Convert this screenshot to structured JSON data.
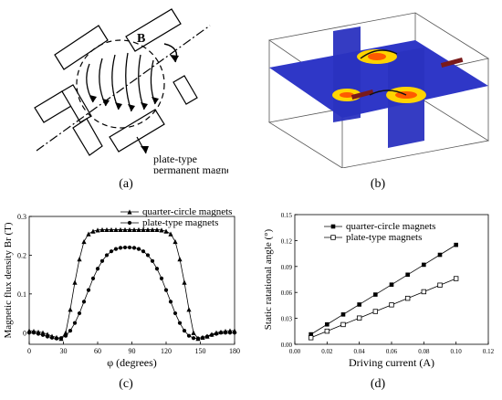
{
  "panel_a": {
    "field_label": "B",
    "magnet_label_line1": "plate-type",
    "magnet_label_line2": "permanent magnets",
    "caption": "(a)"
  },
  "panel_b": {
    "caption": "(b)",
    "colors": {
      "field": "#2f37c7",
      "hot": "#ff5a00",
      "warm": "#ffd400"
    }
  },
  "captions": {
    "c": "(c)",
    "d": "(d)"
  },
  "chart_data": [
    {
      "type": "line",
      "ylabel": "Magnetic flux density Br (T)",
      "xlabel": "φ (degrees)",
      "xlim": [
        0,
        180
      ],
      "ylim": [
        -0.03,
        0.3
      ],
      "xticks": [
        0,
        30,
        60,
        90,
        120,
        150,
        180
      ],
      "yticks": [
        0.0,
        0.1,
        0.2,
        0.3
      ],
      "legend": "top-right",
      "series": [
        {
          "name": "quarter-circle magnets",
          "marker": "triangle",
          "x": [
            0,
            4,
            8,
            12,
            16,
            20,
            24,
            28,
            32,
            36,
            40,
            44,
            48,
            52,
            56,
            60,
            64,
            68,
            72,
            76,
            80,
            84,
            88,
            92,
            96,
            100,
            104,
            108,
            112,
            116,
            120,
            124,
            128,
            132,
            136,
            140,
            144,
            148,
            152,
            156,
            160,
            164,
            168,
            172,
            176,
            180
          ],
          "y": [
            0.005,
            0.004,
            0.002,
            0.0,
            -0.004,
            -0.009,
            -0.012,
            -0.015,
            0.0,
            0.06,
            0.13,
            0.19,
            0.235,
            0.255,
            0.262,
            0.265,
            0.266,
            0.266,
            0.266,
            0.266,
            0.266,
            0.266,
            0.266,
            0.266,
            0.266,
            0.266,
            0.266,
            0.266,
            0.266,
            0.265,
            0.262,
            0.255,
            0.235,
            0.19,
            0.13,
            0.06,
            0.0,
            -0.015,
            -0.012,
            -0.009,
            -0.004,
            0.0,
            0.002,
            0.004,
            0.005,
            0.005
          ]
        },
        {
          "name": "plate-type magnets",
          "marker": "circle",
          "x": [
            0,
            4,
            8,
            12,
            16,
            20,
            24,
            28,
            32,
            36,
            40,
            44,
            48,
            52,
            56,
            60,
            64,
            68,
            72,
            76,
            80,
            84,
            88,
            92,
            96,
            100,
            104,
            108,
            112,
            116,
            120,
            124,
            128,
            132,
            136,
            140,
            144,
            148,
            152,
            156,
            160,
            164,
            168,
            172,
            176,
            180
          ],
          "y": [
            0.0,
            0.0,
            -0.003,
            -0.006,
            -0.01,
            -0.013,
            -0.015,
            -0.014,
            -0.008,
            0.005,
            0.025,
            0.05,
            0.08,
            0.11,
            0.14,
            0.165,
            0.185,
            0.2,
            0.21,
            0.216,
            0.219,
            0.22,
            0.22,
            0.219,
            0.216,
            0.21,
            0.2,
            0.185,
            0.165,
            0.14,
            0.11,
            0.08,
            0.05,
            0.025,
            0.005,
            -0.008,
            -0.014,
            -0.015,
            -0.013,
            -0.01,
            -0.006,
            -0.003,
            0.0,
            0.0,
            0.0,
            0.0
          ]
        }
      ]
    },
    {
      "type": "line",
      "ylabel": "Static ratational angle (°)",
      "xlabel": "Driving current (A)",
      "xlim": [
        0.0,
        0.12
      ],
      "ylim": [
        0.0,
        0.15
      ],
      "xticks": [
        0.0,
        0.02,
        0.04,
        0.06,
        0.08,
        0.1,
        0.12
      ],
      "yticks": [
        0.0,
        0.03,
        0.06,
        0.09,
        0.12,
        0.15
      ],
      "xtick_labels": [
        "0.00",
        "0.02",
        "0.04",
        "0.06",
        "0.08",
        "0.10",
        "0.12"
      ],
      "ytick_labels": [
        "0.00",
        "0.03",
        "0.06",
        "0.09",
        "0.12",
        "0.15"
      ],
      "legend": "top-left",
      "series": [
        {
          "name": "quarter-circle magnets",
          "marker": "filled-square",
          "x": [
            0.01,
            0.02,
            0.03,
            0.04,
            0.05,
            0.06,
            0.07,
            0.08,
            0.09,
            0.1
          ],
          "y": [
            0.0115,
            0.023,
            0.0345,
            0.046,
            0.0575,
            0.069,
            0.0805,
            0.092,
            0.1035,
            0.115
          ]
        },
        {
          "name": "plate-type magnets",
          "marker": "open-square",
          "x": [
            0.01,
            0.02,
            0.03,
            0.04,
            0.05,
            0.06,
            0.07,
            0.08,
            0.09,
            0.1
          ],
          "y": [
            0.0076,
            0.0152,
            0.0228,
            0.0304,
            0.038,
            0.0456,
            0.0532,
            0.0608,
            0.0684,
            0.076
          ]
        }
      ]
    }
  ]
}
